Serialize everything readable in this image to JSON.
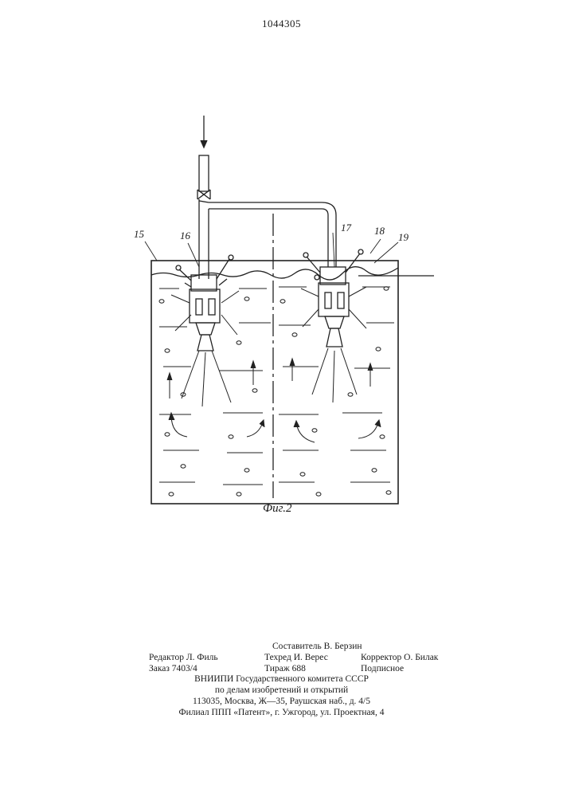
{
  "document": {
    "patent_number": "1044305",
    "figure_caption": "Фиг.2",
    "callouts": [
      "15",
      "16",
      "17",
      "18",
      "19"
    ]
  },
  "imprint": {
    "compiler": "Составитель В. Берзин",
    "editor": "Редактор Л. Филь",
    "techred": "Техред И. Верес",
    "proofreader": "Корректор О. Билак",
    "order": "Заказ 7403/4",
    "circulation": "Тираж 688",
    "subscription": "Подписное",
    "org_line1": "ВНИИПИ Государственного комитета СССР",
    "org_line2": "по делам изобретений и открытий",
    "address": "113035, Москва, Ж—35, Раушская наб., д. 4/5",
    "branch": "Филиал ППП «Патент», г. Ужгород, ул. Проектная, 4"
  }
}
